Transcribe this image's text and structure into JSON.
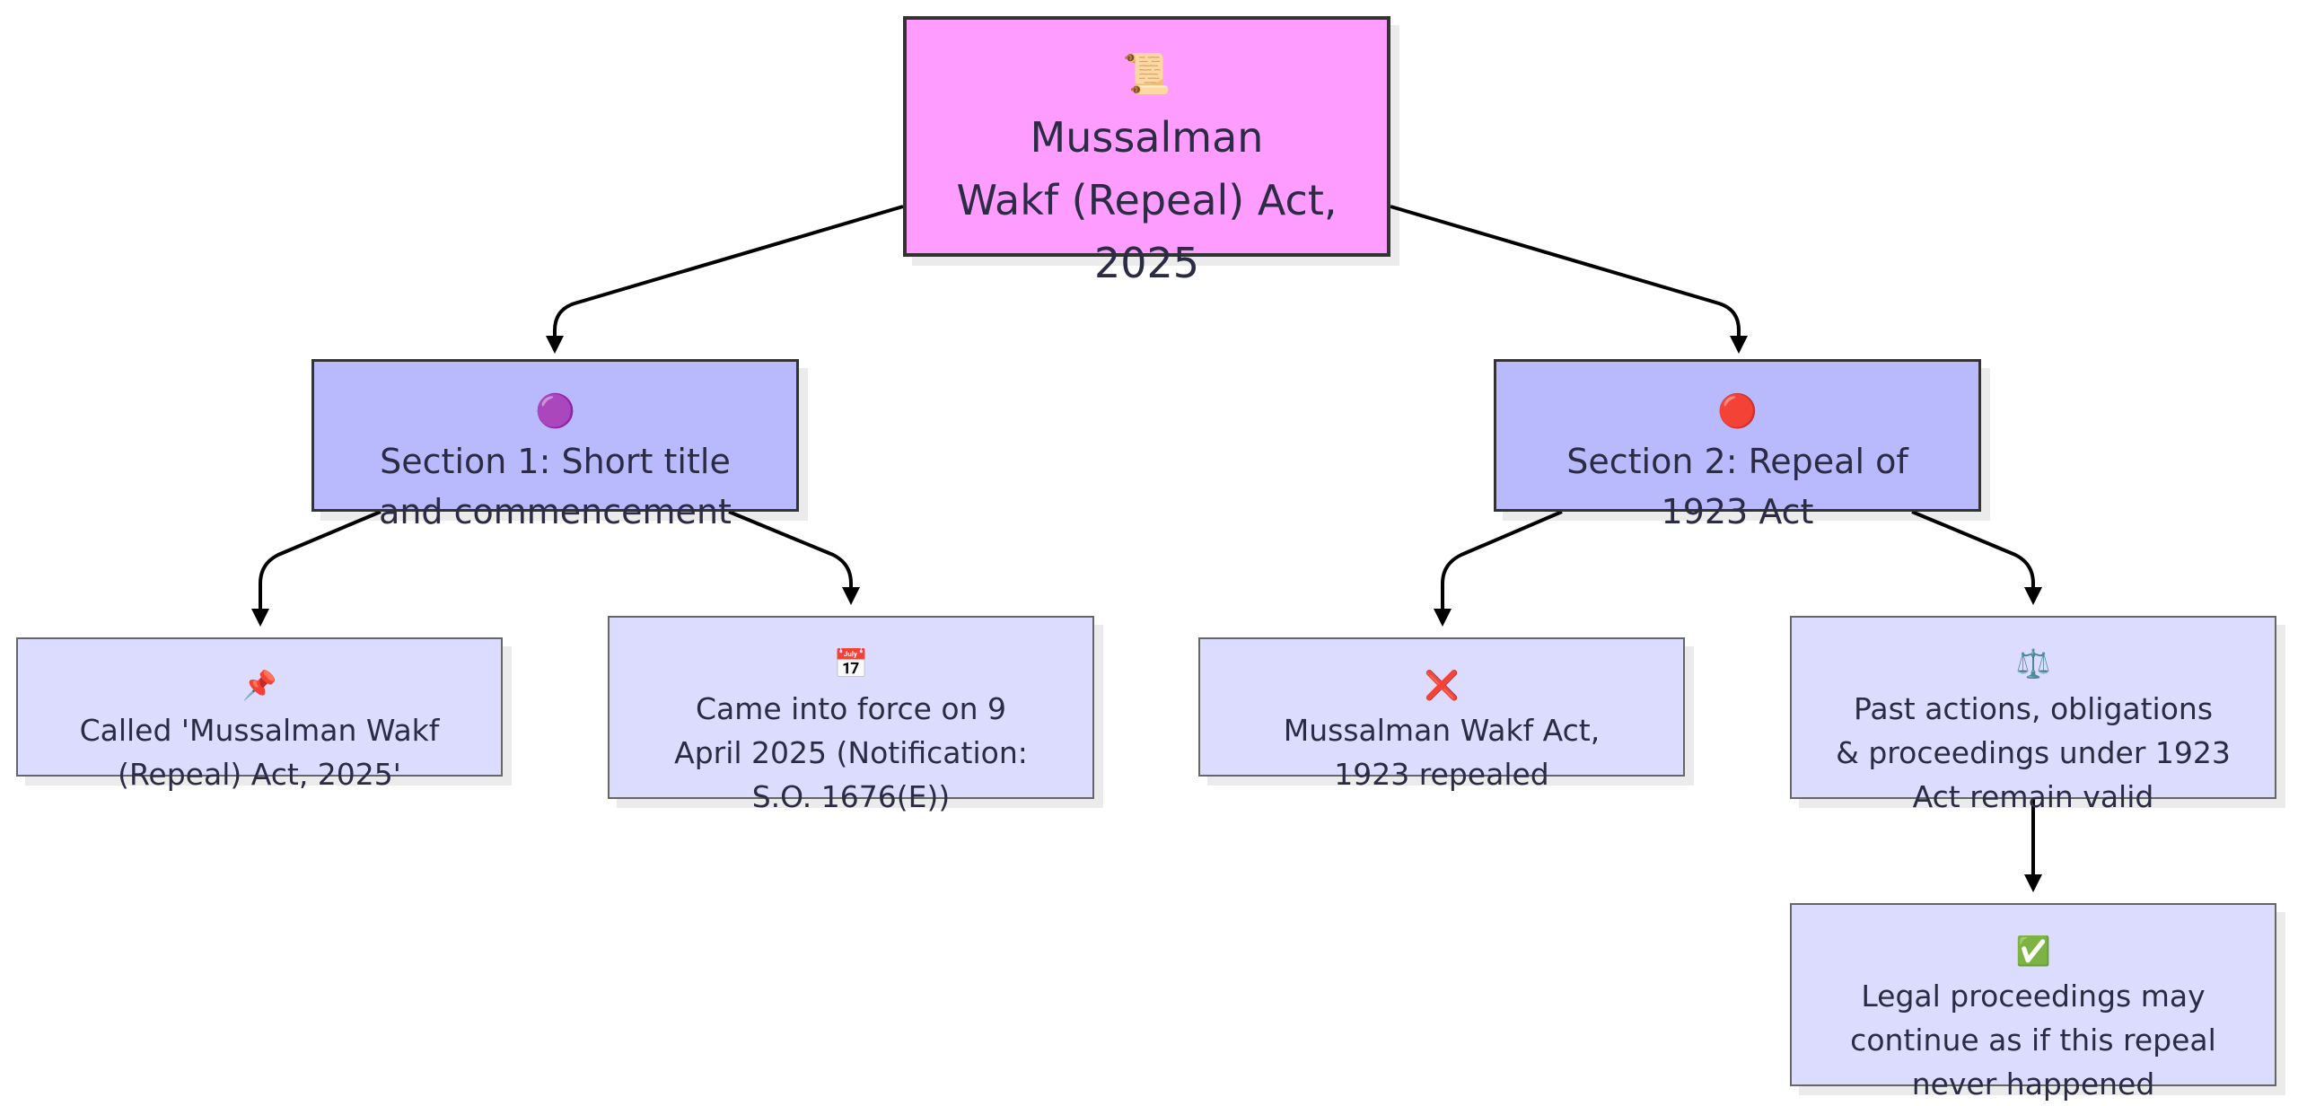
{
  "colors": {
    "root_fill": "#ff9cff",
    "section_fill": "#b9b9fd",
    "leaf_fill": "#dcdcff",
    "border": "#333333",
    "text": "#2b2b43",
    "edge": "#000000"
  },
  "nodes": {
    "root": {
      "icon": "scroll-icon",
      "glyph": "📜",
      "label": "Mussalman\nWakf (Repeal) Act,\n2025"
    },
    "section1": {
      "icon": "hatched-circle-icon",
      "glyph": "🟣",
      "label": "Section 1: Short title\nand commencement"
    },
    "section2": {
      "icon": "red-circle-icon",
      "glyph": "🔴",
      "label": "Section 2: Repeal of\n1923 Act"
    },
    "leaf_called": {
      "icon": "pushpin-icon",
      "glyph": "📌",
      "label": "Called 'Mussalman Wakf\n(Repeal) Act, 2025'"
    },
    "leaf_force": {
      "icon": "calendar-icon",
      "glyph": "📅",
      "label": "Came into force on 9\nApril 2025 (Notification:\nS.O. 1676(E))"
    },
    "leaf_repealed": {
      "icon": "cross-mark-icon",
      "glyph": "❌",
      "label": "Mussalman Wakf Act,\n1923 repealed"
    },
    "leaf_past": {
      "icon": "scales-icon",
      "glyph": "⚖️",
      "label": "Past actions, obligations\n& proceedings under 1923\nAct remain valid"
    },
    "leaf_legal": {
      "icon": "check-mark-icon",
      "glyph": "✅",
      "label": "Legal proceedings may\ncontinue as if this repeal\nnever happened"
    }
  }
}
